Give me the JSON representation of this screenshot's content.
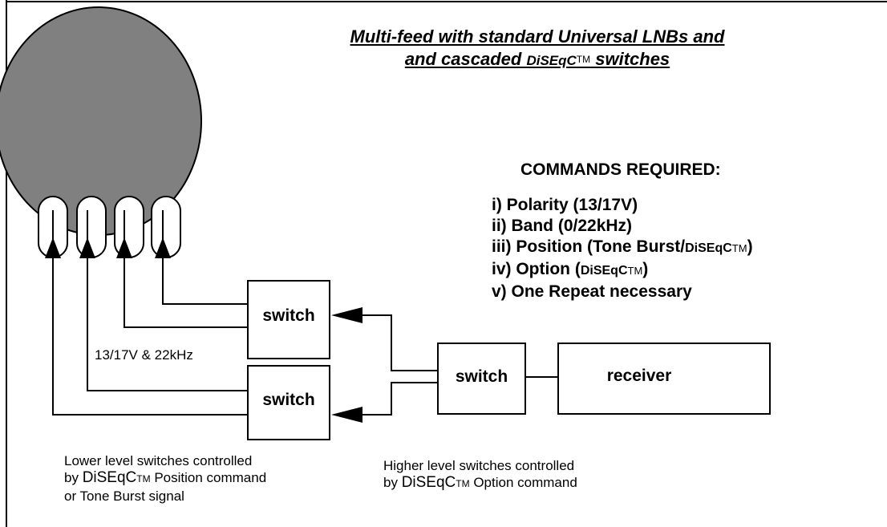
{
  "title": {
    "line1": "Multi-feed with standard Universal LNBs and",
    "line2_prefix": "and cascaded ",
    "line2_brand": "DiSEqC",
    "line2_tm": "TM",
    "line2_suffix": " switches"
  },
  "commands": {
    "heading": "COMMANDS REQUIRED:",
    "items": [
      {
        "text": "i) Polarity (13/17V)"
      },
      {
        "text": "ii) Band (0/22kHz)"
      },
      {
        "text": "iii) Position (Tone Burst/",
        "brand": "DiSEqC",
        "tm": "TM",
        "suffix": ")"
      },
      {
        "text": "iv) Option (",
        "brand": "DiSEqC",
        "tm": "TM",
        "suffix": ")"
      },
      {
        "text": "v) One Repeat necessary"
      }
    ]
  },
  "boxes": {
    "upper_switch": "switch",
    "lower_switch": "switch",
    "higher_switch": "switch",
    "receiver": "receiver"
  },
  "signal_label": "13/17V & 22kHz",
  "notes": {
    "lower": {
      "line1": "Lower level switches controlled",
      "line2_prefix": "by ",
      "brand": "DiSEqC",
      "tm": "TM",
      "line2_suffix": " Position command",
      "line3": "or Tone Burst signal"
    },
    "higher": {
      "line1": "Higher level switches controlled",
      "line2_prefix": "by ",
      "brand": "DiSEqC",
      "tm": "TM",
      "line2_suffix": " Option command"
    }
  },
  "colors": {
    "dish_fill": "#808080",
    "lnb_fill": "#ffffff",
    "stroke": "#000000"
  }
}
